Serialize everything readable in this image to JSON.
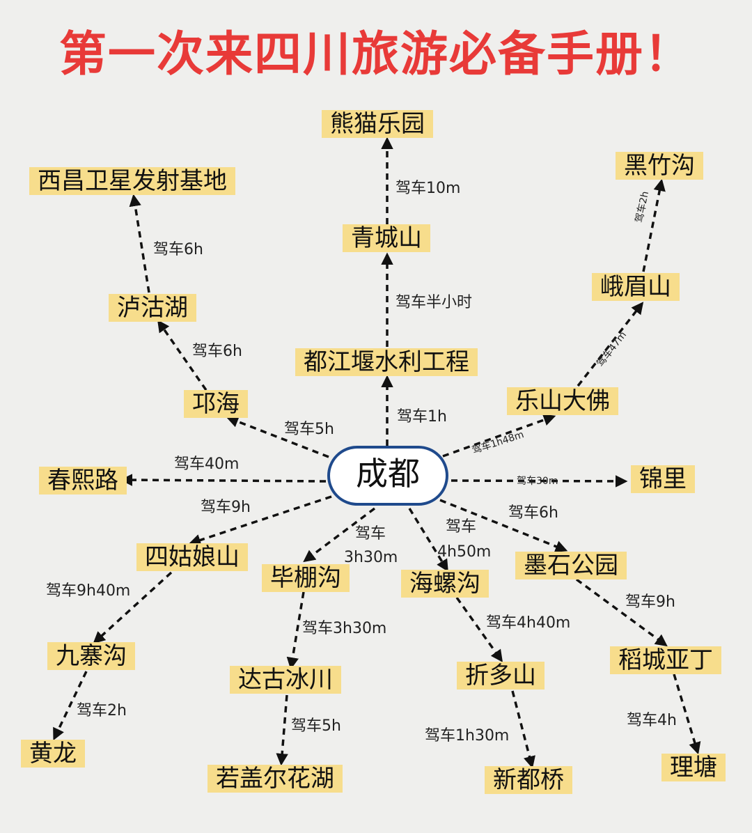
{
  "title": "第一次来四川旅游必备手册！",
  "colors": {
    "title": "#e83a38",
    "node_fill": "#f7dd8c",
    "hub_border": "#1f4a8c",
    "arrow": "#111111",
    "background": "#efefed"
  },
  "hub": "成都",
  "places": {
    "xiongmao": "熊猫乐园",
    "xichang": "西昌卫星发射基地",
    "heizhu": "黑竹沟",
    "qingcheng": "青城山",
    "lugu": "泸沽湖",
    "emei": "峨眉山",
    "dujiang": "都江堰水利工程",
    "qionghai": "邛海",
    "leshan": "乐山大佛",
    "chunxi": "春熙路",
    "jinli": "锦里",
    "siguniang": "四姑娘山",
    "bipeng": "毕棚沟",
    "hailuo": "海螺沟",
    "moshi": "墨石公园",
    "jiuzhai": "九寨沟",
    "dagu": "达古冰川",
    "zheduo": "折多山",
    "daocheng": "稻城亚丁",
    "huanglong": "黄龙",
    "ruoergai": "若盖尔花湖",
    "xindu": "新都桥",
    "litang": "理塘"
  },
  "routes": {
    "qingcheng_xiongmao": "驾车10m",
    "lugu_xichang": "驾车6h",
    "emei_heizhu": "驾车2h",
    "dujiang_qingcheng": "驾车半小时",
    "qionghai_lugu": "驾车6h",
    "leshan_emei": "驾车47m",
    "cd_dujiang": "驾车1h",
    "cd_qionghai": "驾车5h",
    "cd_leshan": "驾车1h48m",
    "cd_chunxi": "驾车40m",
    "cd_jinli": "驾车30m",
    "cd_siguniang": "驾车9h",
    "cd_bipeng_1": "驾车",
    "cd_bipeng_2": "3h30m",
    "cd_hailuo_1": "驾车",
    "cd_hailuo_2": "4h50m",
    "cd_moshi": "驾车6h",
    "siguniang_jiuzhai": "驾车9h40m",
    "bipeng_dagu": "驾车3h30m",
    "hailuo_zheduo": "驾车4h40m",
    "moshi_daocheng": "驾车9h",
    "jiuzhai_huanglong": "驾车2h",
    "dagu_ruoergai": "驾车5h",
    "zheduo_xindu": "驾车1h30m",
    "daocheng_litang": "驾车4h"
  }
}
